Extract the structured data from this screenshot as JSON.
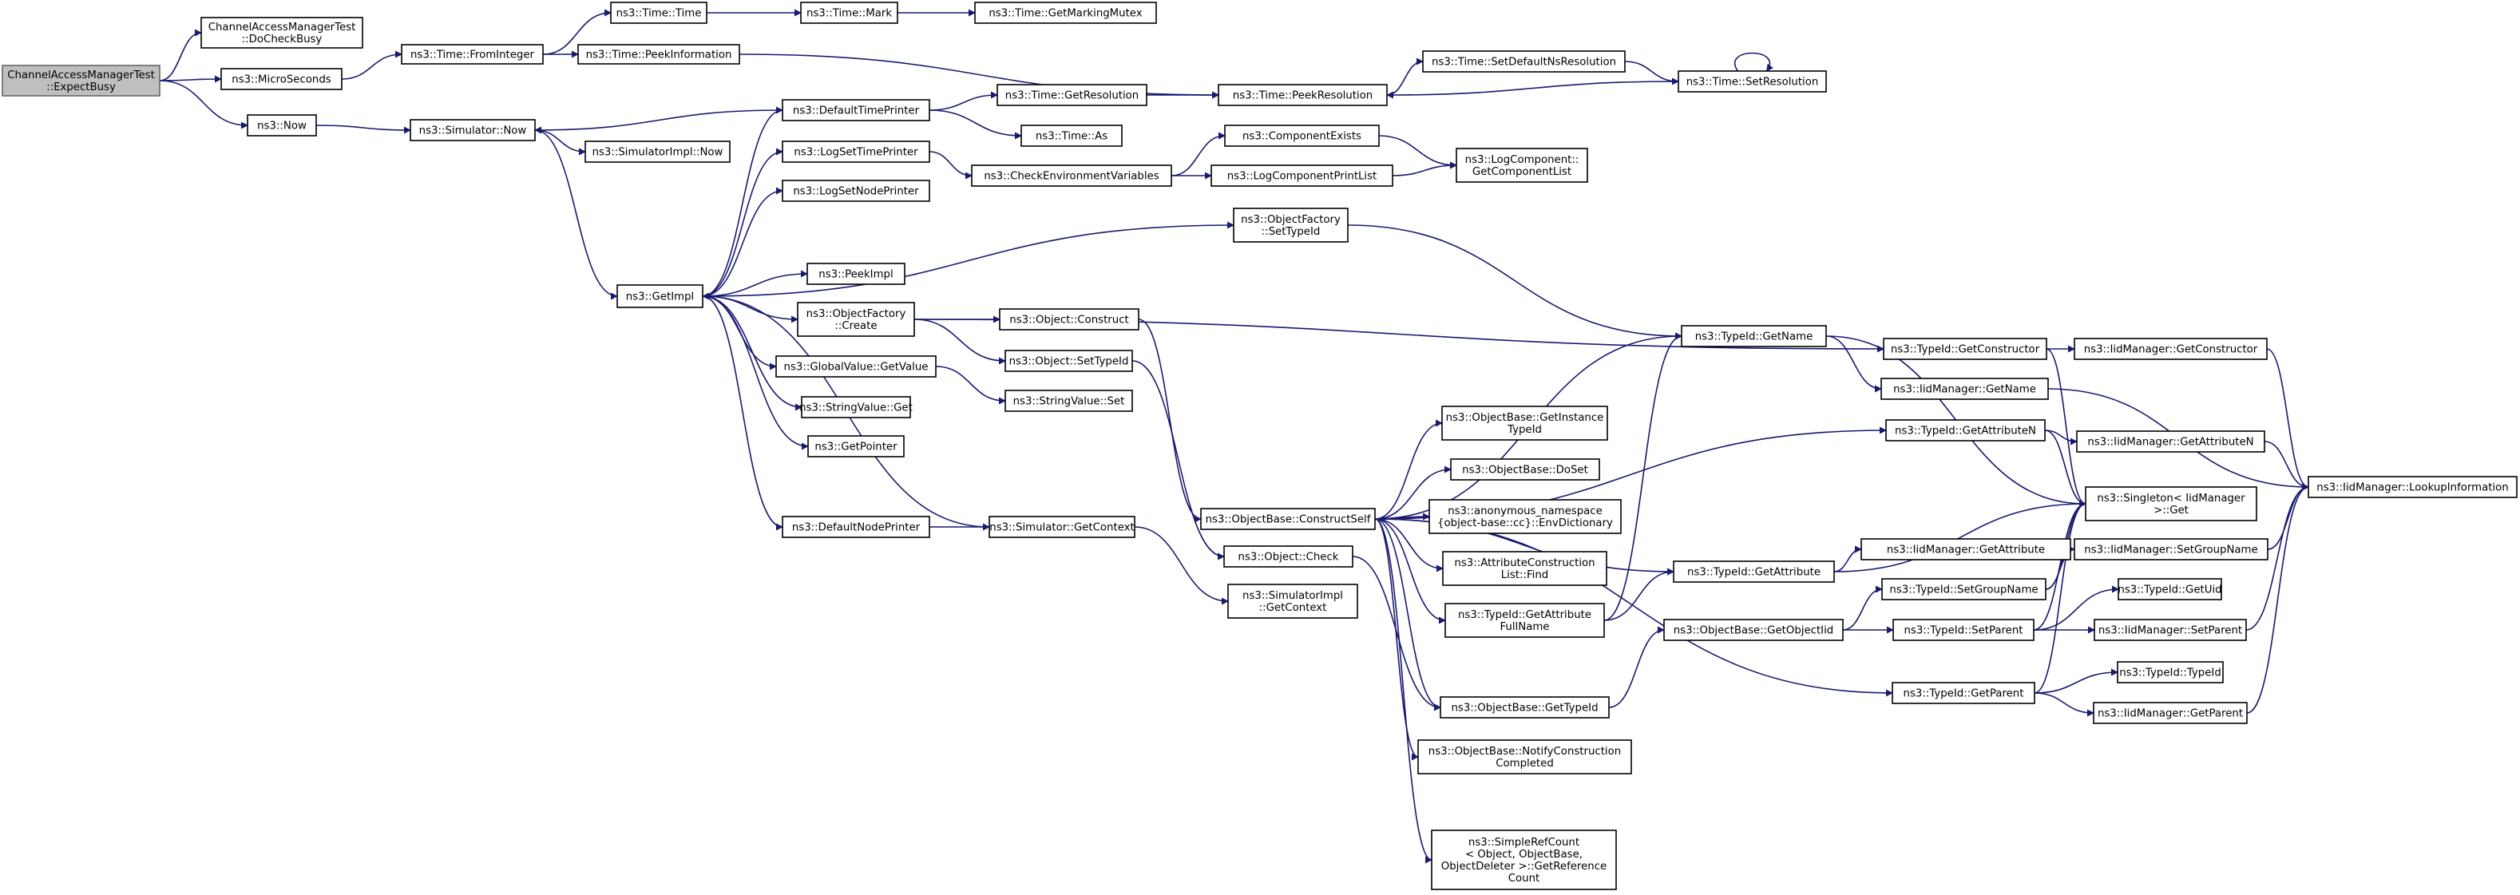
{
  "diagram": {
    "colors": {
      "edge": "#191970",
      "node_border": "#000000",
      "root_fill": "#bfbfbf",
      "root_border": "#666666",
      "background": "#ffffff"
    },
    "nodes": [
      {
        "id": "expect_busy",
        "lines": [
          "ChannelAccessManagerTest",
          "::ExpectBusy"
        ],
        "root": true
      },
      {
        "id": "do_check_busy",
        "lines": [
          "ChannelAccessManagerTest",
          "::DoCheckBusy"
        ]
      },
      {
        "id": "microseconds",
        "lines": [
          "ns3::MicroSeconds"
        ]
      },
      {
        "id": "now",
        "lines": [
          "ns3::Now"
        ]
      },
      {
        "id": "time_from_integer",
        "lines": [
          "ns3::Time::FromInteger"
        ]
      },
      {
        "id": "simulator_now",
        "lines": [
          "ns3::Simulator::Now"
        ]
      },
      {
        "id": "get_impl",
        "lines": [
          "ns3::GetImpl"
        ]
      },
      {
        "id": "time_time",
        "lines": [
          "ns3::Time::Time"
        ]
      },
      {
        "id": "time_peek_information",
        "lines": [
          "ns3::Time::PeekInformation"
        ]
      },
      {
        "id": "simulatorimpl_now",
        "lines": [
          "ns3::SimulatorImpl::Now"
        ]
      },
      {
        "id": "time_mark",
        "lines": [
          "ns3::Time::Mark"
        ]
      },
      {
        "id": "get_marking_mutex",
        "lines": [
          "ns3::Time::GetMarkingMutex"
        ]
      },
      {
        "id": "default_time_printer",
        "lines": [
          "ns3::DefaultTimePrinter"
        ]
      },
      {
        "id": "log_set_time_printer",
        "lines": [
          "ns3::LogSetTimePrinter"
        ]
      },
      {
        "id": "log_set_node_printer",
        "lines": [
          "ns3::LogSetNodePrinter"
        ]
      },
      {
        "id": "peek_impl",
        "lines": [
          "ns3::PeekImpl"
        ]
      },
      {
        "id": "object_factory_create",
        "lines": [
          "ns3::ObjectFactory",
          "::Create"
        ]
      },
      {
        "id": "global_value_get_value",
        "lines": [
          "ns3::GlobalValue::GetValue"
        ]
      },
      {
        "id": "string_value_get",
        "lines": [
          "ns3::StringValue::Get"
        ]
      },
      {
        "id": "get_pointer",
        "lines": [
          "ns3::GetPointer"
        ]
      },
      {
        "id": "default_node_printer",
        "lines": [
          "ns3::DefaultNodePrinter"
        ]
      },
      {
        "id": "simulator_get_context",
        "lines": [
          "ns3::Simulator::GetContext"
        ]
      },
      {
        "id": "time_get_resolution",
        "lines": [
          "ns3::Time::GetResolution"
        ]
      },
      {
        "id": "time_as",
        "lines": [
          "ns3::Time::As"
        ]
      },
      {
        "id": "check_env_vars",
        "lines": [
          "ns3::CheckEnvironmentVariables"
        ]
      },
      {
        "id": "object_construct",
        "lines": [
          "ns3::Object::Construct"
        ]
      },
      {
        "id": "object_set_type_id",
        "lines": [
          "ns3::Object::SetTypeId"
        ]
      },
      {
        "id": "string_value_set",
        "lines": [
          "ns3::StringValue::Set"
        ]
      },
      {
        "id": "time_peek_resolution",
        "lines": [
          "ns3::Time::PeekResolution"
        ]
      },
      {
        "id": "set_default_ns_resolution",
        "lines": [
          "ns3::Time::SetDefaultNsResolution"
        ]
      },
      {
        "id": "time_set_resolution",
        "lines": [
          "ns3::Time::SetResolution"
        ]
      },
      {
        "id": "component_exists",
        "lines": [
          "ns3::ComponentExists"
        ]
      },
      {
        "id": "log_component_print_list",
        "lines": [
          "ns3::LogComponentPrintList"
        ]
      },
      {
        "id": "log_component_get_list",
        "lines": [
          "ns3::LogComponent::",
          "GetComponentList"
        ]
      },
      {
        "id": "object_factory_set_type_id",
        "lines": [
          "ns3::ObjectFactory",
          "::SetTypeId"
        ]
      },
      {
        "id": "object_base_construct_self",
        "lines": [
          "ns3::ObjectBase::ConstructSelf"
        ]
      },
      {
        "id": "object_check",
        "lines": [
          "ns3::Object::Check"
        ]
      },
      {
        "id": "simulatorimpl_get_context",
        "lines": [
          "ns3::SimulatorImpl",
          "::GetContext"
        ]
      },
      {
        "id": "get_instance_type_id",
        "lines": [
          "ns3::ObjectBase::GetInstance",
          "TypeId"
        ]
      },
      {
        "id": "do_set",
        "lines": [
          "ns3::ObjectBase::DoSet"
        ]
      },
      {
        "id": "env_dictionary",
        "lines": [
          "ns3::anonymous_namespace",
          "{object-base::cc}::EnvDictionary"
        ]
      },
      {
        "id": "attr_construction_list_find",
        "lines": [
          "ns3::AttributeConstruction",
          "List::Find"
        ]
      },
      {
        "id": "typeid_get_attribute_full_name",
        "lines": [
          "ns3::TypeId::GetAttribute",
          "FullName"
        ]
      },
      {
        "id": "object_base_get_type_id",
        "lines": [
          "ns3::ObjectBase::GetTypeId"
        ]
      },
      {
        "id": "notify_construction_completed",
        "lines": [
          "ns3::ObjectBase::NotifyConstruction",
          "Completed"
        ]
      },
      {
        "id": "get_reference_count",
        "lines": [
          "ns3::SimpleRefCount",
          "< Object, ObjectBase,",
          "ObjectDeleter >::GetReference",
          "Count"
        ]
      },
      {
        "id": "typeid_get_name",
        "lines": [
          "ns3::TypeId::GetName"
        ]
      },
      {
        "id": "typeid_get_attribute",
        "lines": [
          "ns3::TypeId::GetAttribute"
        ]
      },
      {
        "id": "object_base_get_object_iid",
        "lines": [
          "ns3::ObjectBase::GetObjectIid"
        ]
      },
      {
        "id": "typeid_get_constructor",
        "lines": [
          "ns3::TypeId::GetConstructor"
        ]
      },
      {
        "id": "iidmanager_get_name",
        "lines": [
          "ns3::IidManager::GetName"
        ]
      },
      {
        "id": "typeid_get_attribute_n",
        "lines": [
          "ns3::TypeId::GetAttributeN"
        ]
      },
      {
        "id": "iidmanager_get_attribute",
        "lines": [
          "ns3::IidManager::GetAttribute"
        ]
      },
      {
        "id": "typeid_set_group_name",
        "lines": [
          "ns3::TypeId::SetGroupName"
        ]
      },
      {
        "id": "typeid_set_parent",
        "lines": [
          "ns3::TypeId::SetParent"
        ]
      },
      {
        "id": "typeid_get_parent",
        "lines": [
          "ns3::TypeId::GetParent"
        ]
      },
      {
        "id": "iidmanager_get_constructor",
        "lines": [
          "ns3::IidManager::GetConstructor"
        ]
      },
      {
        "id": "iidmanager_get_attribute_n",
        "lines": [
          "ns3::IidManager::GetAttributeN"
        ]
      },
      {
        "id": "singleton_get",
        "lines": [
          "ns3::Singleton< IidManager",
          ">::Get"
        ]
      },
      {
        "id": "iidmanager_set_group_name",
        "lines": [
          "ns3::IidManager::SetGroupName"
        ]
      },
      {
        "id": "typeid_get_uid",
        "lines": [
          "ns3::TypeId::GetUid"
        ]
      },
      {
        "id": "iidmanager_set_parent",
        "lines": [
          "ns3::IidManager::SetParent"
        ]
      },
      {
        "id": "typeid_typeid",
        "lines": [
          "ns3::TypeId::TypeId"
        ]
      },
      {
        "id": "iidmanager_get_parent",
        "lines": [
          "ns3::IidManager::GetParent"
        ]
      },
      {
        "id": "iidmanager_lookup_information",
        "lines": [
          "ns3::IidManager::LookupInformation"
        ]
      }
    ],
    "edges": [
      [
        "expect_busy",
        "do_check_busy"
      ],
      [
        "expect_busy",
        "microseconds"
      ],
      [
        "expect_busy",
        "now"
      ],
      [
        "microseconds",
        "time_from_integer"
      ],
      [
        "time_from_integer",
        "time_time"
      ],
      [
        "time_from_integer",
        "time_peek_information"
      ],
      [
        "time_time",
        "time_mark"
      ],
      [
        "time_mark",
        "get_marking_mutex"
      ],
      [
        "time_peek_information",
        "time_peek_resolution"
      ],
      [
        "now",
        "simulator_now"
      ],
      [
        "simulator_now",
        "simulatorimpl_now"
      ],
      [
        "simulator_now",
        "get_impl"
      ],
      [
        "default_time_printer",
        "simulator_now"
      ],
      [
        "default_time_printer",
        "time_get_resolution"
      ],
      [
        "default_time_printer",
        "time_as"
      ],
      [
        "time_get_resolution",
        "time_peek_resolution"
      ],
      [
        "time_peek_resolution",
        "set_default_ns_resolution"
      ],
      [
        "set_default_ns_resolution",
        "time_set_resolution"
      ],
      [
        "time_set_resolution",
        "time_peek_resolution"
      ],
      [
        "time_set_resolution",
        "time_set_resolution"
      ],
      [
        "get_impl",
        "default_time_printer"
      ],
      [
        "get_impl",
        "log_set_time_printer"
      ],
      [
        "get_impl",
        "log_set_node_printer"
      ],
      [
        "get_impl",
        "object_factory_set_type_id"
      ],
      [
        "get_impl",
        "peek_impl"
      ],
      [
        "get_impl",
        "object_factory_create"
      ],
      [
        "get_impl",
        "global_value_get_value"
      ],
      [
        "get_impl",
        "string_value_get"
      ],
      [
        "get_impl",
        "get_pointer"
      ],
      [
        "get_impl",
        "default_node_printer"
      ],
      [
        "simulator_get_context",
        "get_impl"
      ],
      [
        "log_set_time_printer",
        "check_env_vars"
      ],
      [
        "check_env_vars",
        "component_exists"
      ],
      [
        "check_env_vars",
        "log_component_print_list"
      ],
      [
        "component_exists",
        "log_component_get_list"
      ],
      [
        "log_component_print_list",
        "log_component_get_list"
      ],
      [
        "object_factory_set_type_id",
        "typeid_get_name"
      ],
      [
        "object_factory_create",
        "typeid_get_constructor"
      ],
      [
        "object_factory_create",
        "object_construct"
      ],
      [
        "object_factory_create",
        "object_set_type_id"
      ],
      [
        "global_value_get_value",
        "string_value_set"
      ],
      [
        "default_node_printer",
        "simulator_get_context"
      ],
      [
        "simulator_get_context",
        "simulatorimpl_get_context"
      ],
      [
        "object_construct",
        "object_base_construct_self"
      ],
      [
        "object_set_type_id",
        "object_check"
      ],
      [
        "object_base_construct_self",
        "typeid_get_name"
      ],
      [
        "object_base_construct_self",
        "typeid_get_attribute_n"
      ],
      [
        "object_base_construct_self",
        "get_instance_type_id"
      ],
      [
        "object_base_construct_self",
        "do_set"
      ],
      [
        "object_base_construct_self",
        "env_dictionary"
      ],
      [
        "object_base_construct_self",
        "attr_construction_list_find"
      ],
      [
        "object_base_construct_self",
        "typeid_get_attribute_full_name"
      ],
      [
        "object_base_construct_self",
        "typeid_get_attribute"
      ],
      [
        "object_base_construct_self",
        "object_base_get_type_id"
      ],
      [
        "object_base_construct_self",
        "notify_construction_completed"
      ],
      [
        "object_base_construct_self",
        "get_reference_count"
      ],
      [
        "object_base_construct_self",
        "typeid_get_parent"
      ],
      [
        "object_check",
        "object_base_get_type_id"
      ],
      [
        "typeid_get_attribute_full_name",
        "typeid_get_name"
      ],
      [
        "typeid_get_attribute_full_name",
        "typeid_get_attribute"
      ],
      [
        "object_base_get_type_id",
        "object_base_get_object_iid"
      ],
      [
        "typeid_get_name",
        "iidmanager_get_name"
      ],
      [
        "typeid_get_name",
        "singleton_get"
      ],
      [
        "typeid_get_constructor",
        "iidmanager_get_constructor"
      ],
      [
        "typeid_get_constructor",
        "singleton_get"
      ],
      [
        "typeid_get_attribute_n",
        "iidmanager_get_attribute_n"
      ],
      [
        "typeid_get_attribute_n",
        "singleton_get"
      ],
      [
        "typeid_get_attribute",
        "iidmanager_get_attribute"
      ],
      [
        "typeid_get_attribute",
        "singleton_get"
      ],
      [
        "object_base_get_object_iid",
        "typeid_set_group_name"
      ],
      [
        "object_base_get_object_iid",
        "typeid_set_parent"
      ],
      [
        "typeid_set_group_name",
        "iidmanager_set_group_name"
      ],
      [
        "typeid_set_group_name",
        "singleton_get"
      ],
      [
        "typeid_set_parent",
        "typeid_get_uid"
      ],
      [
        "typeid_set_parent",
        "iidmanager_set_parent"
      ],
      [
        "typeid_set_parent",
        "singleton_get"
      ],
      [
        "typeid_get_parent",
        "typeid_typeid"
      ],
      [
        "typeid_get_parent",
        "iidmanager_get_parent"
      ],
      [
        "typeid_get_parent",
        "singleton_get"
      ],
      [
        "iidmanager_get_name",
        "iidmanager_lookup_information"
      ],
      [
        "iidmanager_get_constructor",
        "iidmanager_lookup_information"
      ],
      [
        "iidmanager_get_attribute_n",
        "iidmanager_lookup_information"
      ],
      [
        "iidmanager_set_group_name",
        "iidmanager_lookup_information"
      ],
      [
        "iidmanager_set_parent",
        "iidmanager_lookup_information"
      ],
      [
        "iidmanager_get_parent",
        "iidmanager_lookup_information"
      ]
    ]
  }
}
